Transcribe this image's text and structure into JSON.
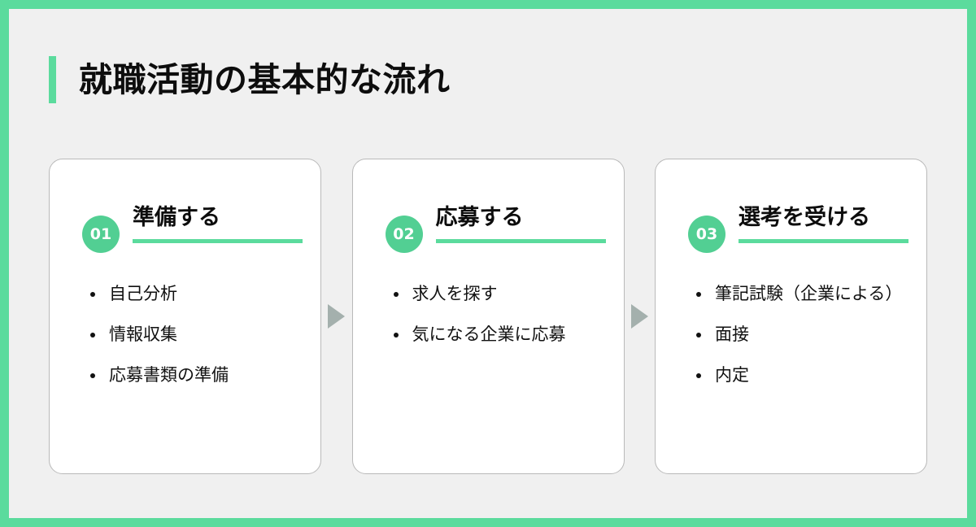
{
  "page": {
    "border_color": "#5BDB9D",
    "background_color": "#f0f0f0",
    "accent_color": "#5BDB9D",
    "badge_color": "#52CF93",
    "arrow_color": "#a4b0ad"
  },
  "header": {
    "title": "就職活動の基本的な流れ"
  },
  "flow": {
    "connector_icon": "triangle-right-icon",
    "steps": [
      {
        "number": "01",
        "title": "準備する",
        "bullets": [
          "自己分析",
          "情報収集",
          "応募書類の準備"
        ]
      },
      {
        "number": "02",
        "title": "応募する",
        "bullets": [
          "求人を探す",
          "気になる企業に応募"
        ]
      },
      {
        "number": "03",
        "title": "選考を受ける",
        "bullets": [
          "筆記試験（企業による）",
          "面接",
          "内定"
        ]
      }
    ]
  }
}
